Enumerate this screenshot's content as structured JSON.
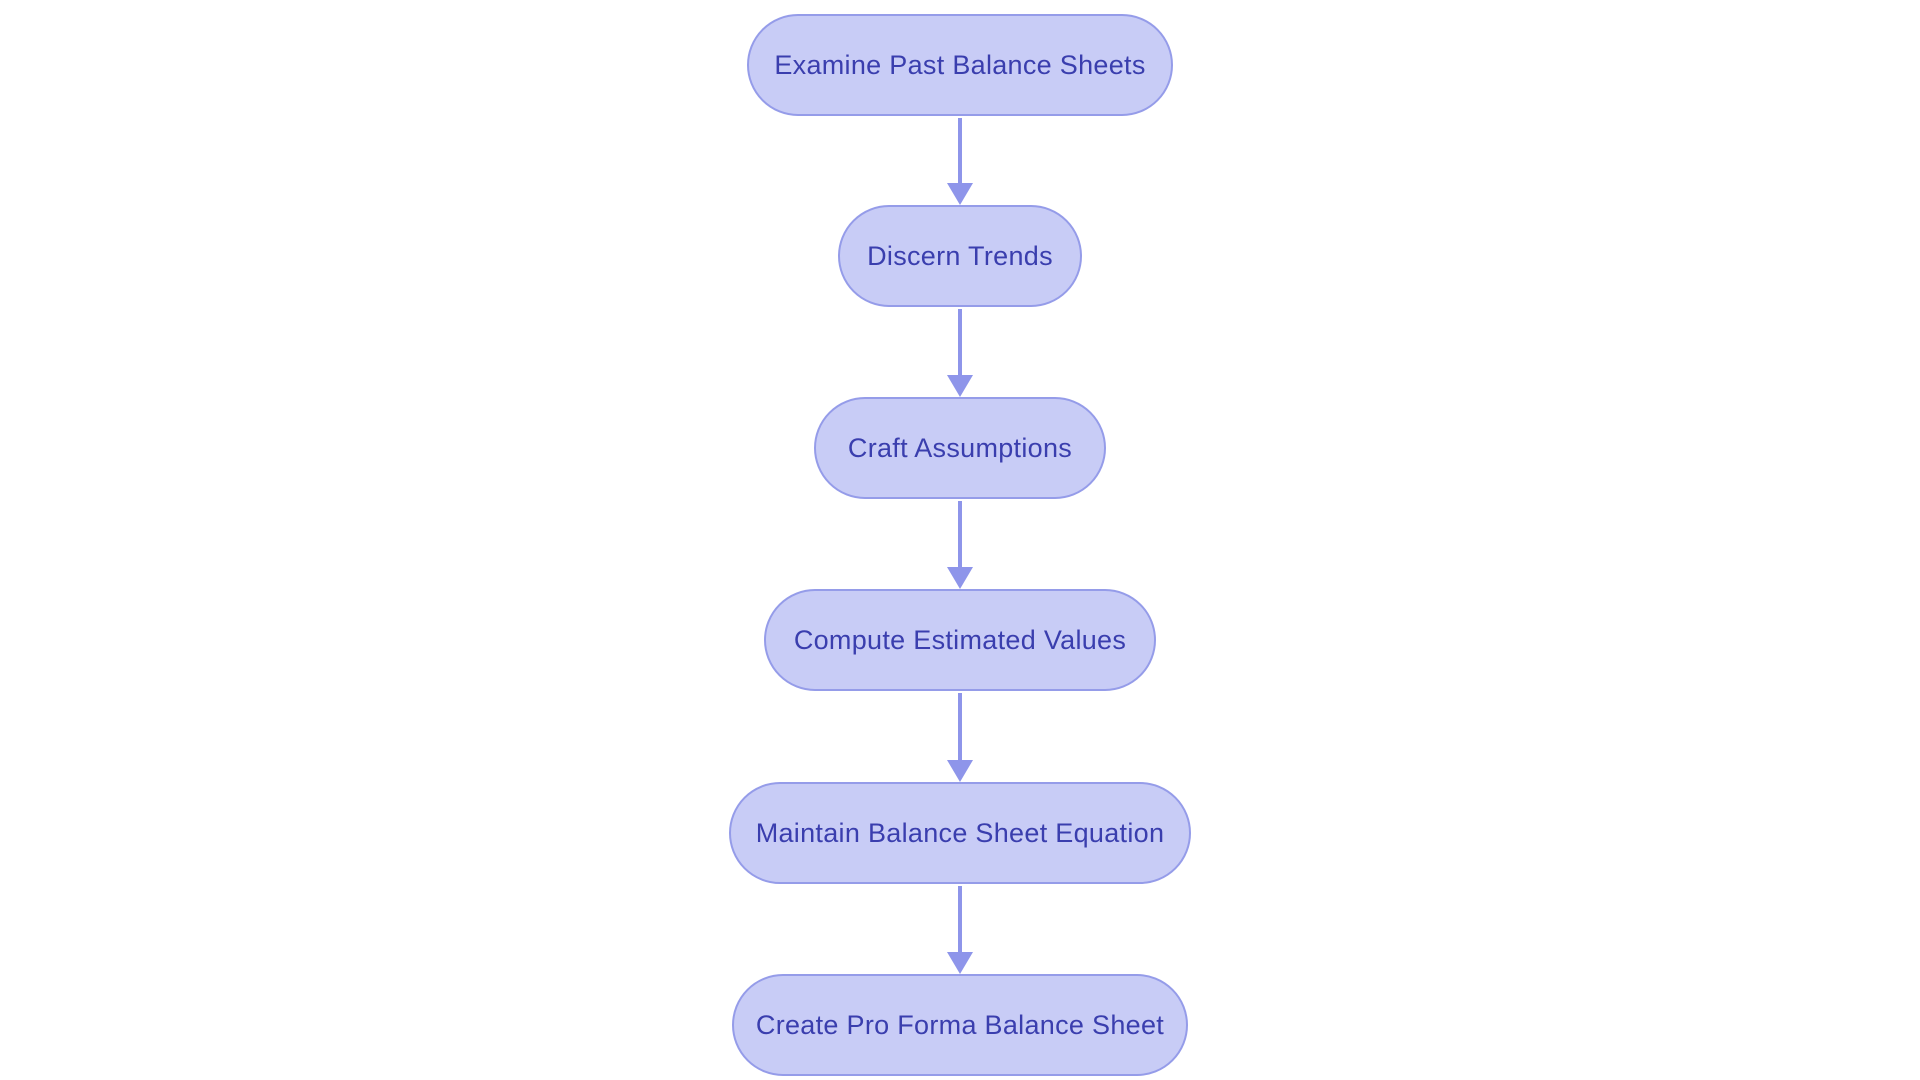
{
  "diagram": {
    "type": "flowchart",
    "direction": "top-down",
    "nodes": [
      {
        "id": "examine-past-balance-sheets",
        "label": "Examine Past Balance Sheets"
      },
      {
        "id": "discern-trends",
        "label": "Discern Trends"
      },
      {
        "id": "craft-assumptions",
        "label": "Craft Assumptions"
      },
      {
        "id": "compute-estimated-values",
        "label": "Compute Estimated Values"
      },
      {
        "id": "maintain-balance-sheet-equation",
        "label": "Maintain Balance Sheet Equation"
      },
      {
        "id": "create-pro-forma-balance-sheet",
        "label": "Create Pro Forma Balance Sheet"
      }
    ],
    "edges": [
      {
        "from": "examine-past-balance-sheets",
        "to": "discern-trends"
      },
      {
        "from": "discern-trends",
        "to": "craft-assumptions"
      },
      {
        "from": "craft-assumptions",
        "to": "compute-estimated-values"
      },
      {
        "from": "compute-estimated-values",
        "to": "maintain-balance-sheet-equation"
      },
      {
        "from": "maintain-balance-sheet-equation",
        "to": "create-pro-forma-balance-sheet"
      }
    ]
  },
  "colors": {
    "background": "#ffffff",
    "node_fill": "#c8ccf6",
    "node_border": "#959ce9",
    "node_text": "#3a3eae",
    "arrow": "#8e95ea"
  }
}
